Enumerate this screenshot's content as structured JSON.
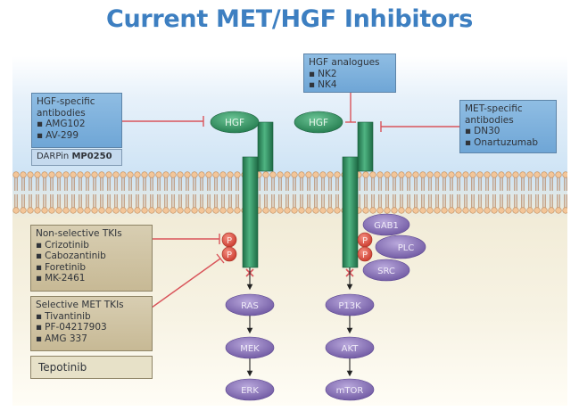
{
  "title": "Current MET/HGF Inhibitors",
  "colors": {
    "title": "#3d7fc1",
    "receptor": "#2e8a5c",
    "hgf_ligand": "#3a9566",
    "signaling_protein": "#8a73b6",
    "phospho": "#e0574a",
    "inhibition_line": "#d9545a"
  },
  "boxes": {
    "hgf_antibodies": {
      "heading": "HGF-specific antibodies",
      "items": [
        "AMG102",
        "AV-299"
      ]
    },
    "darpin": {
      "prefix": "DARPin",
      "name": "MP0250"
    },
    "hgf_analogues": {
      "heading": "HGF analogues",
      "items": [
        "NK2",
        "NK4"
      ]
    },
    "met_antibodies": {
      "heading": "MET-specific antibodies",
      "items": [
        "DN30",
        "Onartuzumab"
      ]
    },
    "nonselective_tkis": {
      "heading": "Non-selective TKIs",
      "items": [
        "Crizotinib",
        "Cabozantinib",
        "Foretinib",
        "MK-2461"
      ]
    },
    "selective_tkis": {
      "heading": "Selective MET TKIs",
      "items": [
        "Tivantinib",
        "PF-04217903",
        "AMG 337"
      ]
    },
    "tepotinib": {
      "label": "Tepotinib"
    }
  },
  "ligands": [
    "HGF",
    "HGF"
  ],
  "phospho_label": "P",
  "left_pathway": [
    "RAS",
    "MEK",
    "ERK"
  ],
  "right_pathway": [
    "P13K",
    "AKT",
    "mTOR"
  ],
  "adaptors": [
    "GAB1",
    "PLC",
    "SRC"
  ]
}
